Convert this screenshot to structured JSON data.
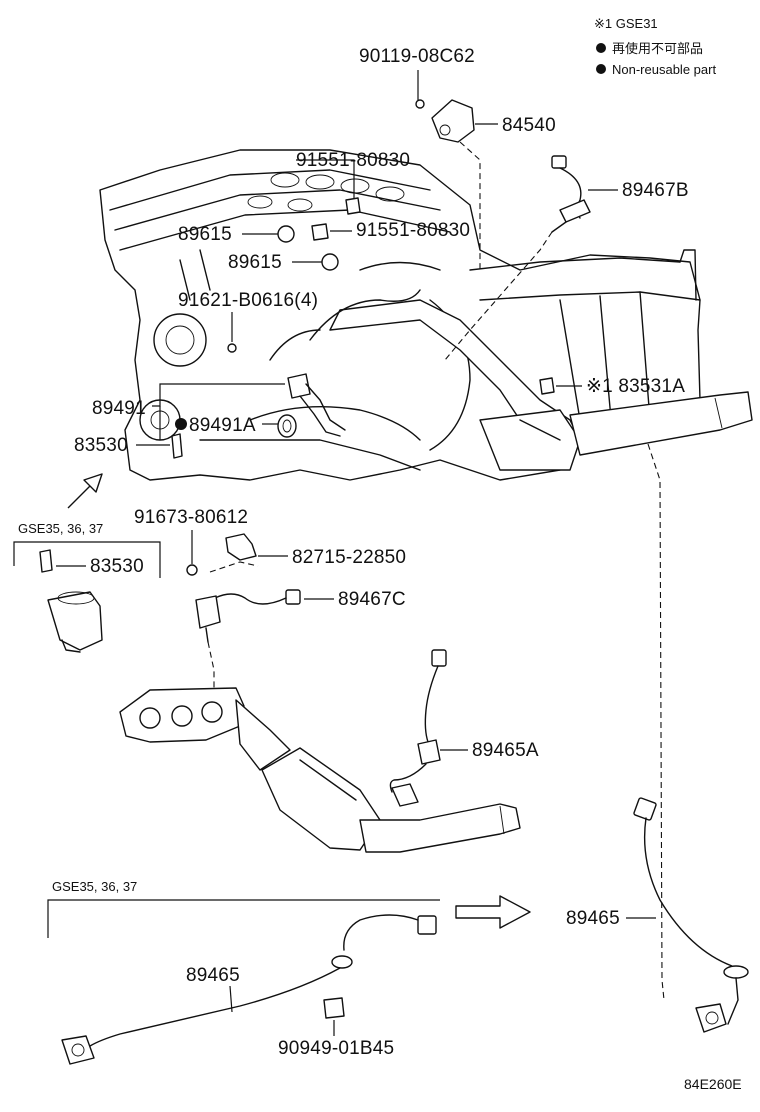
{
  "legend": {
    "note": "※1 GSE31",
    "items": [
      "再使用不可部品",
      "Non-reusable part"
    ]
  },
  "labels": {
    "p90119": "90119-08C62",
    "p84540": "84540",
    "p91551a": "91551-80830",
    "p89467B": "89467B",
    "p89615a": "89615",
    "p91551b": "91551-80830",
    "p89615b": "89615",
    "p91621": "91621-B0616(4)",
    "p83531A": "※1 83531A",
    "p89491": "89491",
    "p89491A": "89491A",
    "p83530a": "83530",
    "gse_top": "GSE35, 36, 37",
    "p83530b": "83530",
    "p91673": "91673-80612",
    "p82715": "82715-22850",
    "p89467C": "89467C",
    "p89465A": "89465A",
    "gse_bottom": "GSE35, 36, 37",
    "p89465_right": "89465",
    "p89465_left": "89465",
    "p90949": "90949-01B45",
    "diagram_code": "84E260E"
  }
}
